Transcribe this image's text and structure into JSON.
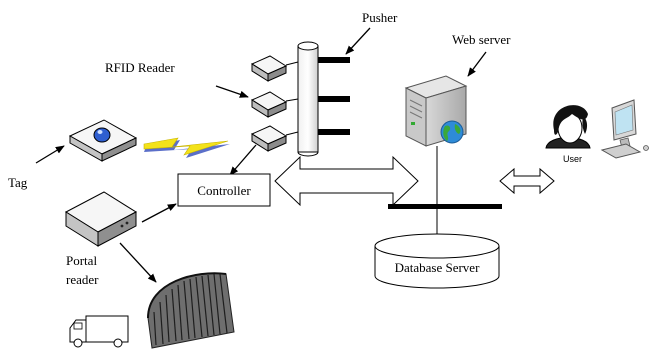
{
  "labels": {
    "pusher": "Pusher",
    "web_server": "Web server",
    "rfid_reader": "RFID Reader",
    "tag": "Tag",
    "controller": "Controller",
    "user": "User",
    "database_server": "Database Server",
    "portal_line1": "Portal",
    "portal_line2": "reader"
  },
  "colors": {
    "line": "#000000",
    "device_light": "#f6f6f6",
    "device_dark": "#9a9a9a",
    "tag_gem": "#2f5fd0",
    "zigzag": "#f3e21a",
    "zigzag_shadow": "#5b6fc9",
    "globe": "#2e8bd8",
    "globe_land": "#3aa83a",
    "screen": "#bfe3f2"
  }
}
